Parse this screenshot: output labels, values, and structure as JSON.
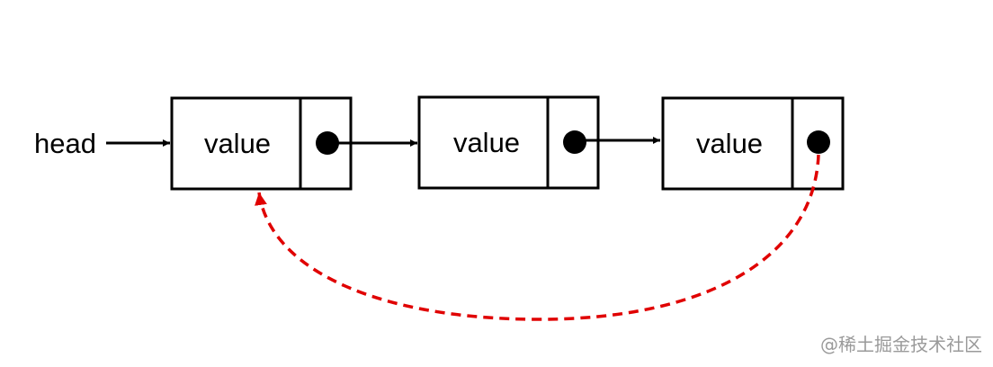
{
  "head_label": "head",
  "nodes": [
    {
      "value_label": "value"
    },
    {
      "value_label": "value"
    },
    {
      "value_label": "value"
    }
  ],
  "colors": {
    "stroke": "#000000",
    "pointer_dot": "#000000",
    "back_link": "#e00000",
    "watermark": "#9a9a9a"
  },
  "watermark": "@稀土掘金技术社区"
}
